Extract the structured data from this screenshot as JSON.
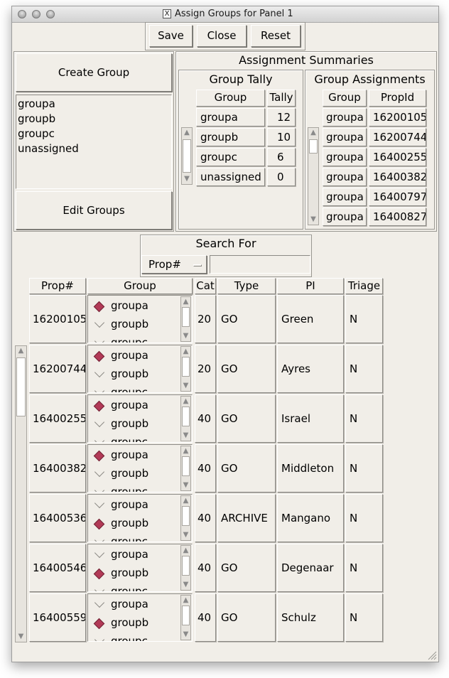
{
  "window": {
    "title": "Assign Groups for Panel 1"
  },
  "toolbar": {
    "save_label": "Save",
    "close_label": "Close",
    "reset_label": "Reset"
  },
  "left_panel": {
    "create_label": "Create Group",
    "edit_label": "Edit Groups",
    "groups": [
      "groupa",
      "groupb",
      "groupc",
      "unassigned"
    ]
  },
  "summaries": {
    "title": "Assignment Summaries",
    "tally": {
      "title": "Group Tally",
      "headers": [
        "Group",
        "Tally"
      ],
      "rows": [
        {
          "group": "groupa",
          "tally": "12"
        },
        {
          "group": "groupb",
          "tally": "10"
        },
        {
          "group": "groupc",
          "tally": "6"
        },
        {
          "group": "unassigned",
          "tally": "0"
        }
      ]
    },
    "assignments": {
      "title": "Group Assignments",
      "headers": [
        "Group",
        "PropId"
      ],
      "rows": [
        {
          "group": "groupa",
          "propid": "16200105"
        },
        {
          "group": "groupa",
          "propid": "16200744"
        },
        {
          "group": "groupa",
          "propid": "16400255"
        },
        {
          "group": "groupa",
          "propid": "16400382"
        },
        {
          "group": "groupa",
          "propid": "16400797"
        },
        {
          "group": "groupa",
          "propid": "16400827"
        }
      ]
    }
  },
  "search": {
    "title": "Search For",
    "field": "Prop#",
    "value": ""
  },
  "table": {
    "headers": [
      "Prop#",
      "Group",
      "Cat",
      "Type",
      "PI",
      "Triage"
    ],
    "group_options": [
      "groupa",
      "groupb",
      "groupc"
    ],
    "rows": [
      {
        "prop": "16200105",
        "cat": "20",
        "type": "GO",
        "pi": "Green",
        "triage": "N",
        "selected": 0
      },
      {
        "prop": "16200744",
        "cat": "20",
        "type": "GO",
        "pi": "Ayres",
        "triage": "N",
        "selected": 0
      },
      {
        "prop": "16400255",
        "cat": "40",
        "type": "GO",
        "pi": "Israel",
        "triage": "N",
        "selected": 0
      },
      {
        "prop": "16400382",
        "cat": "40",
        "type": "GO",
        "pi": "Middleton",
        "triage": "N",
        "selected": 0
      },
      {
        "prop": "16400536",
        "cat": "40",
        "type": "ARCHIVE",
        "pi": "Mangano",
        "triage": "N",
        "selected": 1
      },
      {
        "prop": "16400546",
        "cat": "40",
        "type": "GO",
        "pi": "Degenaar",
        "triage": "N",
        "selected": 1
      },
      {
        "prop": "16400559",
        "cat": "40",
        "type": "GO",
        "pi": "Schulz",
        "triage": "N",
        "selected": 1
      }
    ]
  },
  "colors": {
    "background": "#f1eee8",
    "radio_selected": "#b23a57"
  }
}
